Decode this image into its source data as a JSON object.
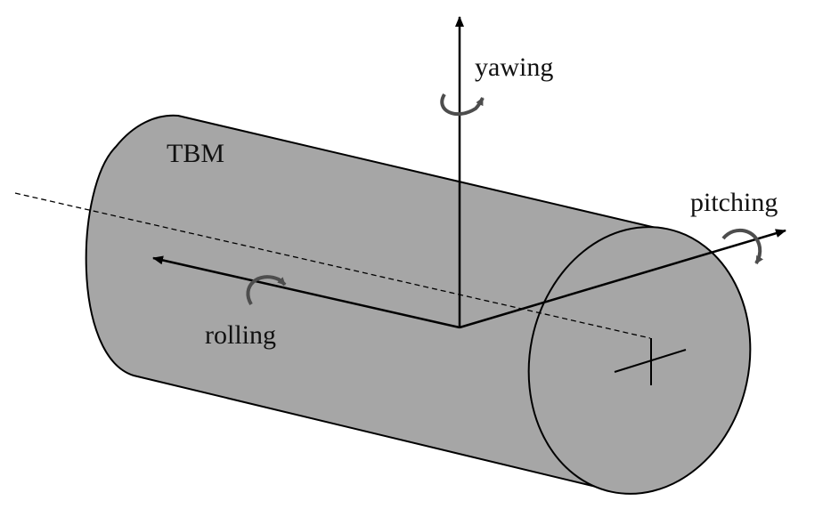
{
  "labels": {
    "body": "TBM",
    "yaw": "yawing",
    "pitch": "pitching",
    "roll": "rolling"
  },
  "colors": {
    "cylinder_fill": "#a6a6a6",
    "outline": "#000000",
    "rotation_arrow": "#4d4d4d"
  },
  "icons": {
    "rotation": "curved-rotation-arrow-icon",
    "axis_head": "arrowhead-icon",
    "center_mark": "crosshair-icon"
  }
}
